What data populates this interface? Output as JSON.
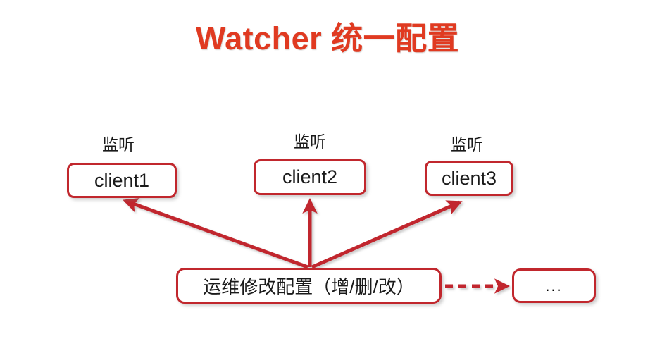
{
  "slide": {
    "title": "Watcher 统一配置",
    "background_color": "#ffffff",
    "title_color": "#E03A21",
    "accent_color": "#C1272D"
  },
  "labels": {
    "listen_1": "监听",
    "listen_2": "监听",
    "listen_3": "监听"
  },
  "nodes": {
    "client1": "client1",
    "client2": "client2",
    "client3": "client3",
    "ops": "运维修改配置（增/删/改）",
    "more": "..."
  },
  "connectors": [
    {
      "name": "ops-to-client1",
      "style": "solid",
      "from": "ops",
      "to": "client1",
      "color": "#C1272D"
    },
    {
      "name": "ops-to-client2",
      "style": "solid",
      "from": "ops",
      "to": "client2",
      "color": "#C1272D"
    },
    {
      "name": "ops-to-client3",
      "style": "solid",
      "from": "ops",
      "to": "client3",
      "color": "#C1272D"
    },
    {
      "name": "ops-to-more",
      "style": "dashed",
      "from": "ops",
      "to": "more",
      "color": "#C1272D"
    }
  ]
}
